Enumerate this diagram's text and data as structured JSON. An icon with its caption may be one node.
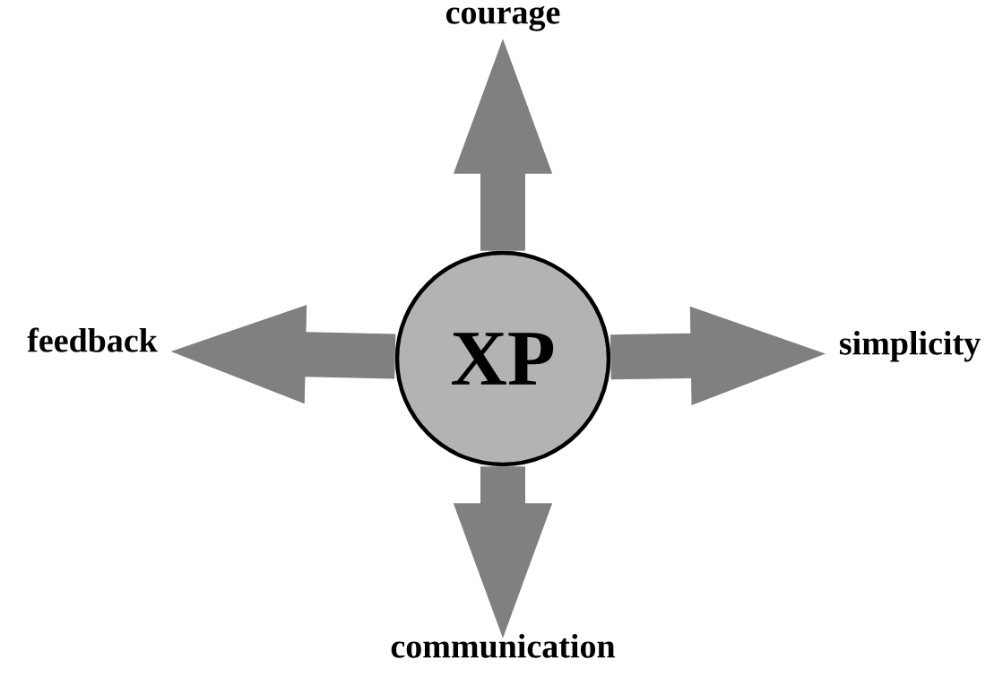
{
  "diagram": {
    "nodes": [
      {
        "text": [
          "courage"
        ]
      },
      {
        "text": [
          "feedback"
        ]
      },
      {
        "text": [
          "XP"
        ]
      },
      {
        "text": [
          "simplicity"
        ]
      },
      {
        "text": [
          "communication"
        ]
      }
    ],
    "edges": [
      {
        "from": 2,
        "to": 0,
        "arrow": "to"
      },
      {
        "from": 2,
        "to": 1,
        "arrow": "to"
      },
      {
        "from": 2,
        "to": 3,
        "arrow": "to"
      },
      {
        "from": 2,
        "to": 4,
        "arrow": "to"
      }
    ]
  }
}
